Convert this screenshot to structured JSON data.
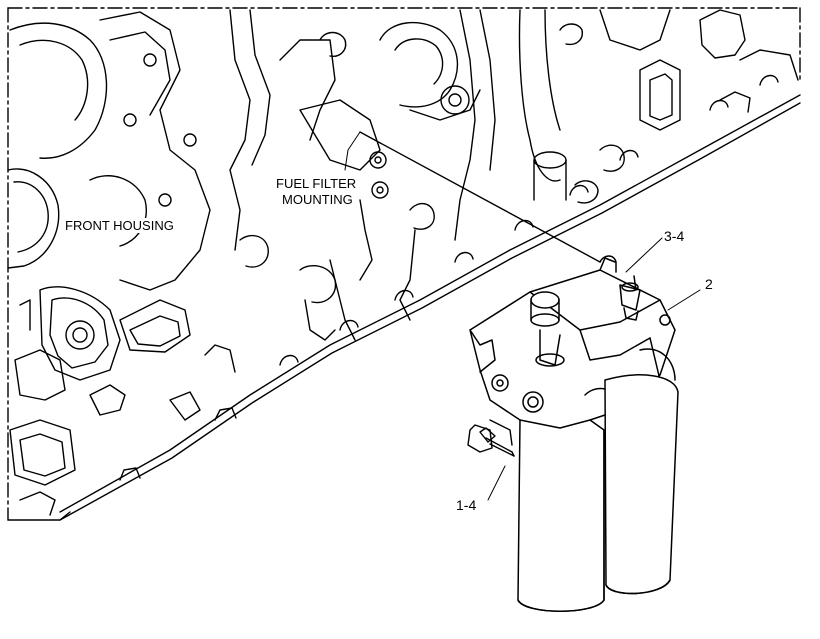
{
  "labels": {
    "front_housing": "FRONT HOUSING",
    "fuel_filter_mounting_line1": "FUEL FILTER",
    "fuel_filter_mounting_line2": "MOUNTING"
  },
  "callouts": {
    "c34": "3-4",
    "c2": "2",
    "c14": "1-4"
  },
  "colors": {
    "line": "#000000",
    "background": "#ffffff"
  }
}
